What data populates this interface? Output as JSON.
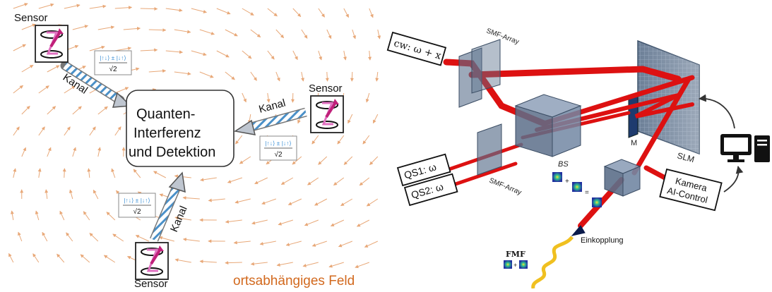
{
  "left_panel": {
    "sensor_label": "Sensor",
    "channel_label": "Kanal",
    "center_box": {
      "line1": "Quanten-",
      "line2": "Interferenz",
      "line3": "und Detektion"
    },
    "state_formula_num": "|↑↓⟩ ± |↓↑⟩",
    "state_formula_den": "√2",
    "field_caption": "ortsabhängiges Feld",
    "colors": {
      "field_arrows": "#e8a878",
      "field_caption": "#d2691e",
      "channel_stripes": "#4a90c8",
      "spin_up": "#d43c8c",
      "formula_blue": "#3a8fd6",
      "formula_pink": "#d43c8c"
    }
  },
  "right_panel": {
    "cw_label": "cw: ω + x",
    "smf_array_top": "SMF-Array",
    "smf_array_bottom": "SMF-Array",
    "bs_label": "BS",
    "m_label": "M",
    "slm_label": "SLM",
    "qs1_label": "QS1: ω",
    "qs2_label": "QS2: ω",
    "camera_line1": "Kamera",
    "camera_line2": "AI-Control",
    "einkopplung_label": "Einkopplung",
    "fmf_label": "FMF",
    "icons": [
      "computer-monitor-icon",
      "computer-tower-icon"
    ],
    "colors": {
      "beam": "#dd1111",
      "optics": "#4e6480",
      "fiber": "#f0c020"
    }
  }
}
